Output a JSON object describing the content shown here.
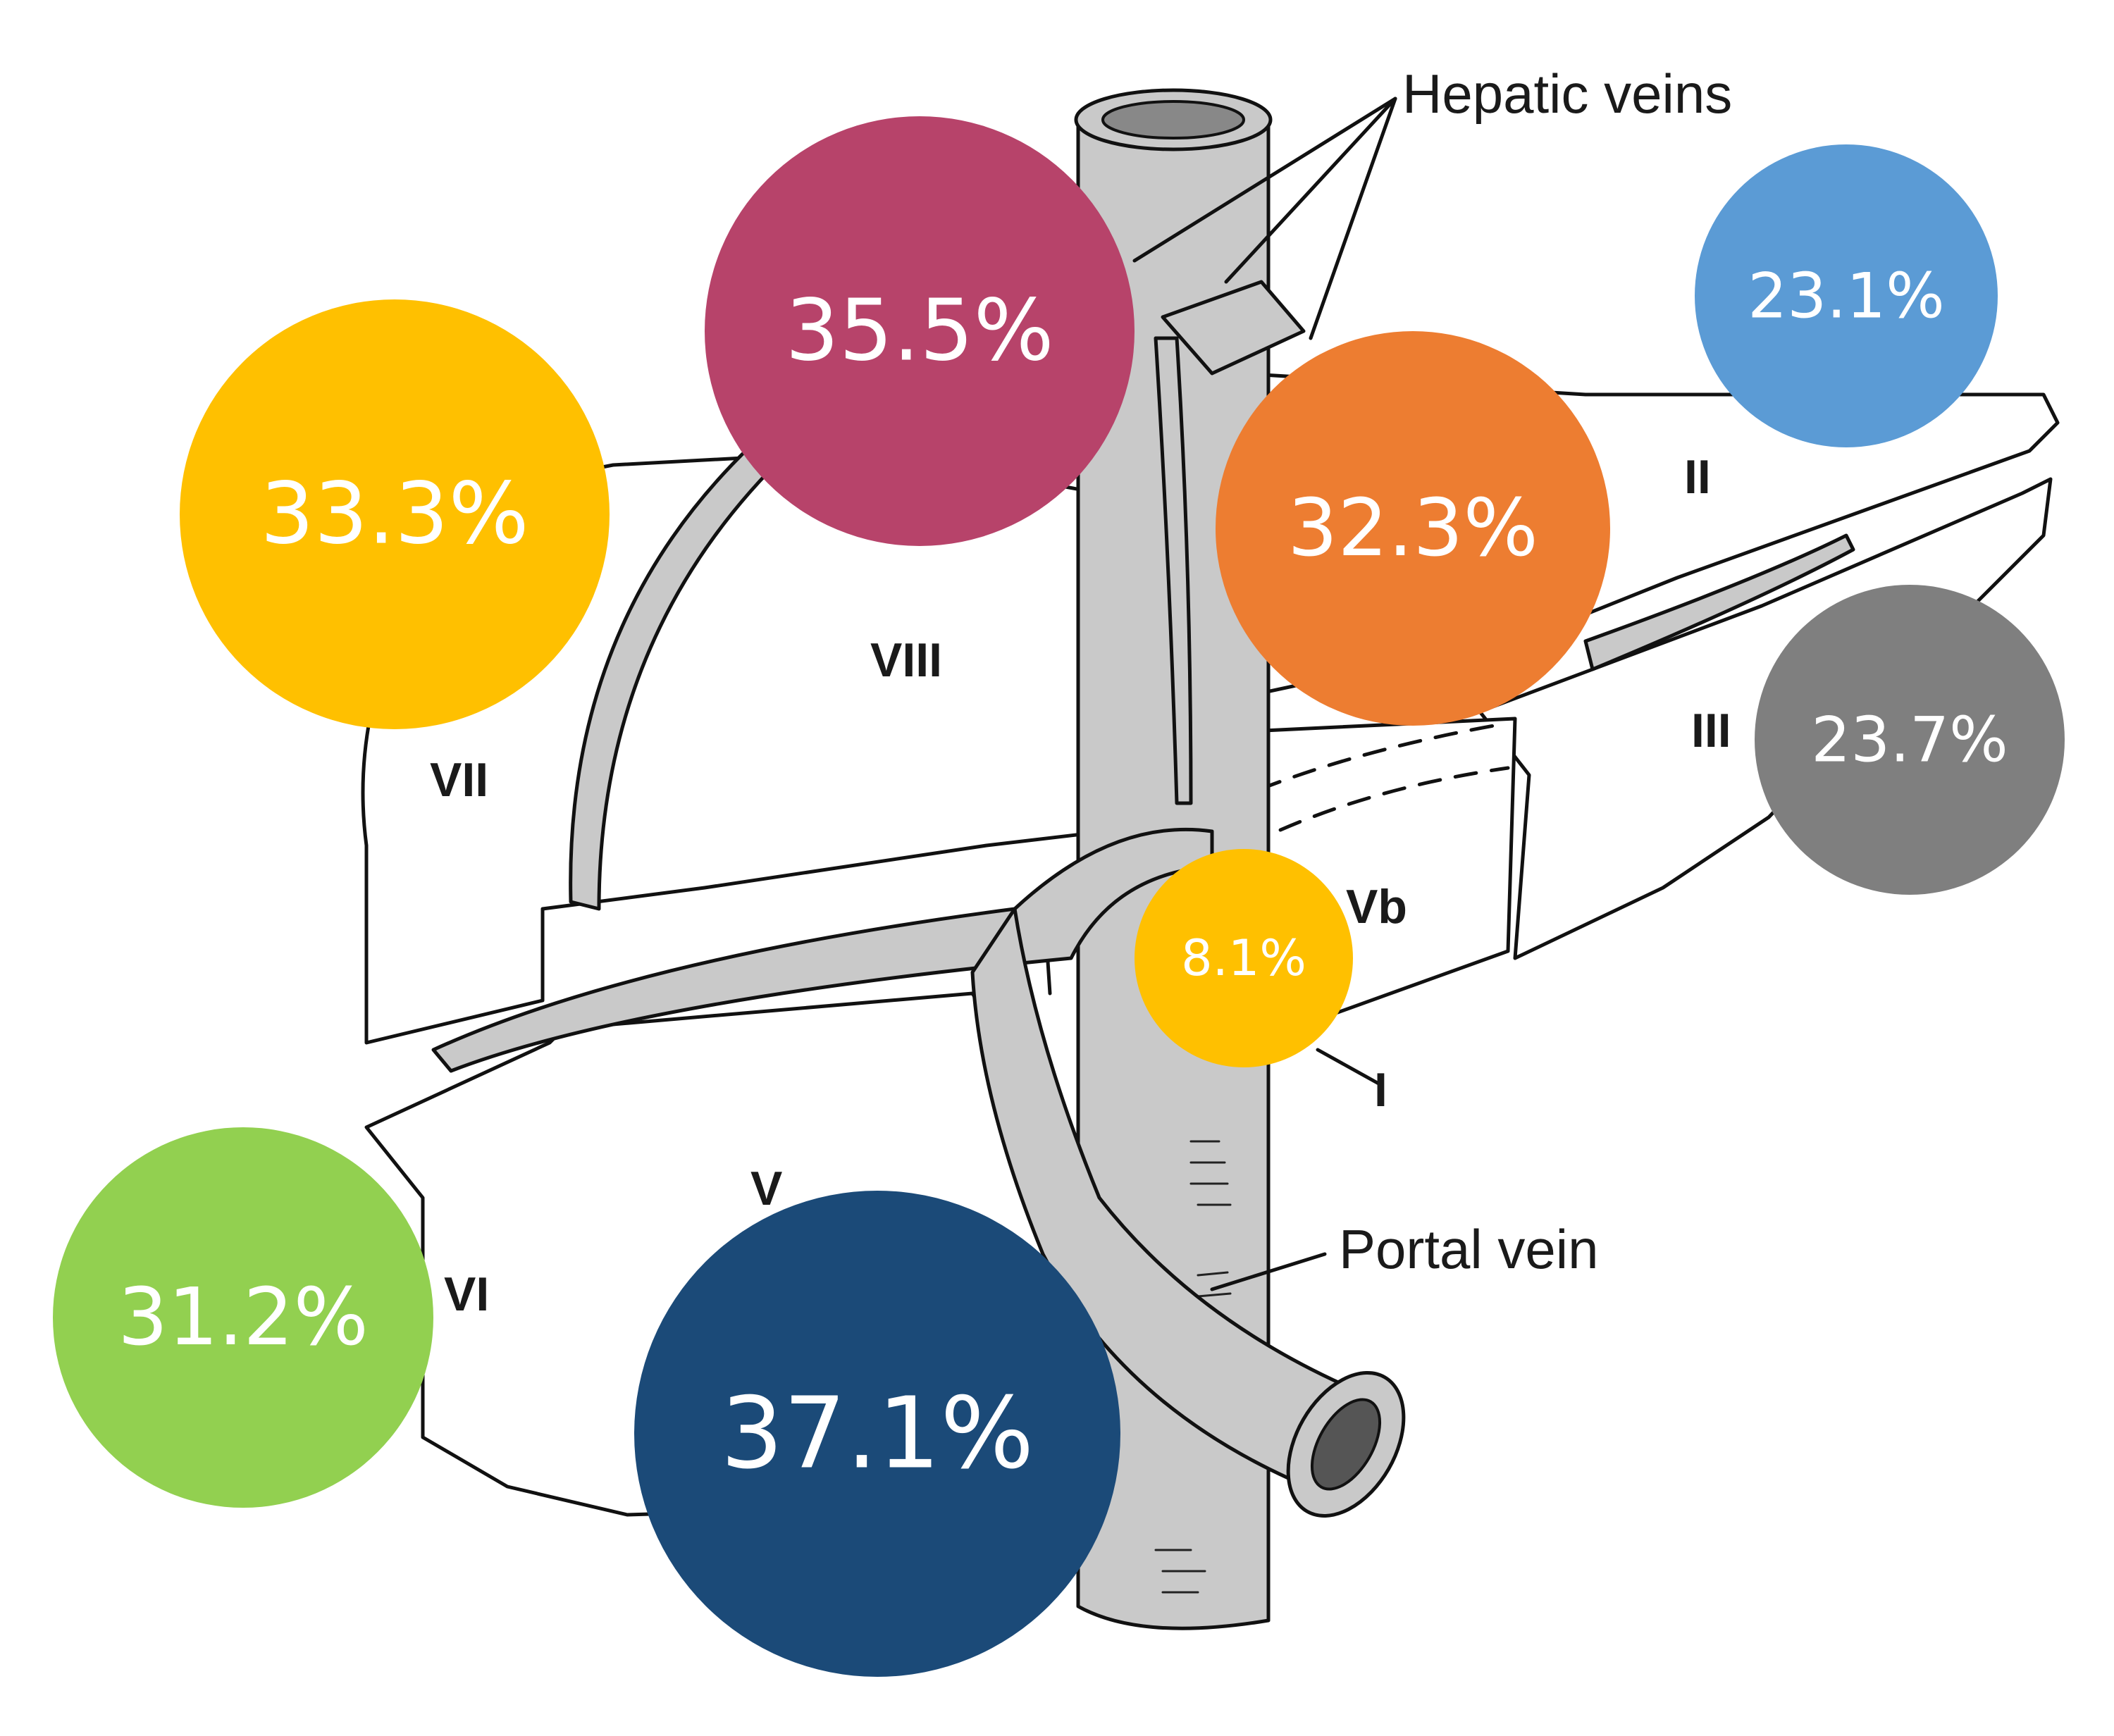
{
  "labels": {
    "hepatic_veins": "Hepatic veins",
    "portal_vein": "Portal vein",
    "segments": {
      "I": "I",
      "II": "II",
      "III": "III",
      "Vb": "Vb",
      "V": "V",
      "VI": "VI",
      "VII": "VII",
      "VIII": "VIII"
    }
  },
  "bubbles": [
    {
      "id": "seg-vii",
      "value": "33.3%",
      "color": "#FFC000"
    },
    {
      "id": "seg-viii",
      "value": "35.5%",
      "color": "#B7436A"
    },
    {
      "id": "seg-ii-medial",
      "value": "32.3%",
      "color": "#ED7D31"
    },
    {
      "id": "seg-ii",
      "value": "23.1%",
      "color": "#5B9BD5"
    },
    {
      "id": "seg-iii",
      "value": "23.7%",
      "color": "#7F7F7F"
    },
    {
      "id": "seg-i",
      "value": "8.1%",
      "color": "#FFC000"
    },
    {
      "id": "seg-vi",
      "value": "31.2%",
      "color": "#92D050"
    },
    {
      "id": "seg-v",
      "value": "37.1%",
      "color": "#1B4A78"
    }
  ]
}
